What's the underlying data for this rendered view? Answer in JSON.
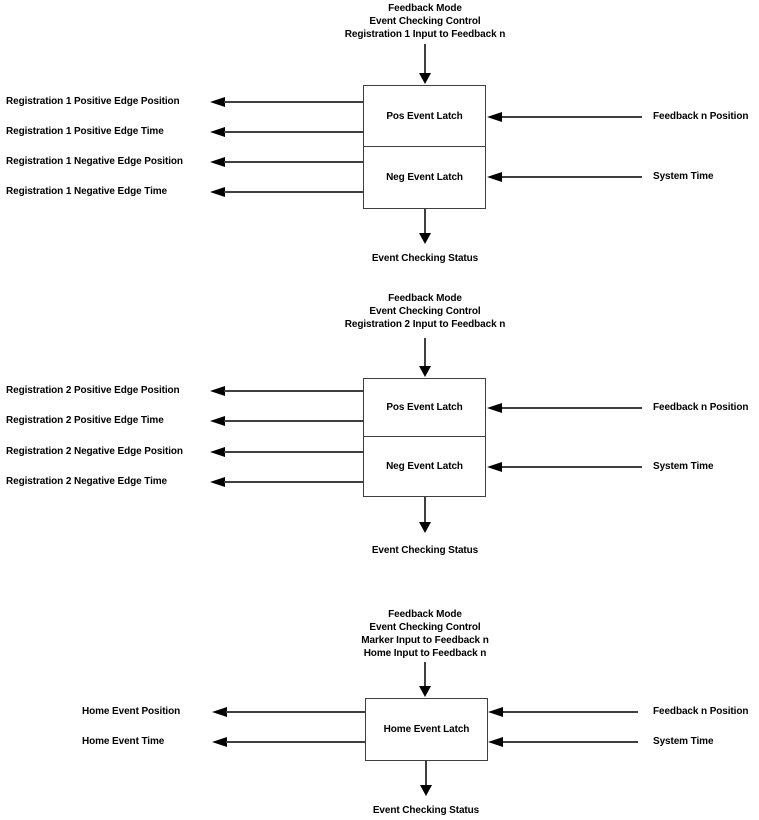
{
  "colors": {
    "background": "#ffffff",
    "line": "#3f3f3f",
    "arrowhead": "#000000",
    "text": "#000000"
  },
  "diagrams": [
    {
      "header_lines": [
        "Feedback Mode",
        "Event Checking Control",
        "Registration 1 Input to Feedback n"
      ],
      "latches": [
        "Pos Event Latch",
        "Neg Event Latch"
      ],
      "outputs": [
        "Registration 1 Positive Edge Position",
        "Registration 1 Positive Edge Time",
        "Registration 1 Negative Edge Position",
        "Registration 1 Negative Edge Time"
      ],
      "inputs": [
        "Feedback n Position",
        "System Time"
      ],
      "status_label": "Event Checking Status"
    },
    {
      "header_lines": [
        "Feedback Mode",
        "Event Checking Control",
        "Registration 2 Input to Feedback n"
      ],
      "latches": [
        "Pos Event Latch",
        "Neg Event Latch"
      ],
      "outputs": [
        "Registration 2 Positive Edge Position",
        "Registration 2 Positive Edge Time",
        "Registration 2 Negative Edge Position",
        "Registration 2 Negative Edge Time"
      ],
      "inputs": [
        "Feedback n Position",
        "System Time"
      ],
      "status_label": "Event Checking Status"
    },
    {
      "header_lines": [
        "Feedback Mode",
        "Event Checking Control",
        "Marker Input to Feedback n",
        "Home Input to Feedback n"
      ],
      "latches": [
        "Home Event Latch"
      ],
      "outputs": [
        "Home Event Position",
        "Home Event Time"
      ],
      "inputs": [
        "Feedback n Position",
        "System Time"
      ],
      "status_label": "Event Checking Status"
    }
  ]
}
